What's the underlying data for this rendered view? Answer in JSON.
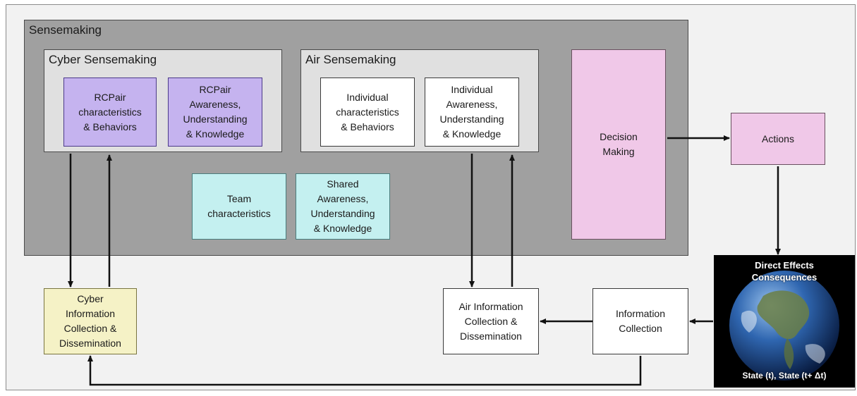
{
  "sensemaking": {
    "title": "Sensemaking"
  },
  "cyber_sensemaking": {
    "title": "Cyber Sensemaking",
    "box1": "RCPair\ncharacteristics\n& Behaviors",
    "box2": "RCPair\nAwareness,\nUnderstanding\n& Knowledge"
  },
  "air_sensemaking": {
    "title": "Air Sensemaking",
    "box1": "Individual\ncharacteristics\n& Behaviors",
    "box2": "Individual\nAwareness,\nUnderstanding\n& Knowledge"
  },
  "team": {
    "characteristics": "Team\ncharacteristics",
    "shared": "Shared\nAwareness,\nUnderstanding\n& Knowledge"
  },
  "decision_making": "Decision\nMaking",
  "actions": "Actions",
  "earth": {
    "top_label": "Direct Effects\nConsequences",
    "bottom_label": "State (t), State (t+ Δt)"
  },
  "information_collection": "Information\nCollection",
  "air_info": "Air Information\nCollection &\nDissemination",
  "cyber_info": "Cyber\nInformation\nCollection &\nDissemination",
  "colors": {
    "purple": "#c5b3ef",
    "cyan": "#c4f0f0",
    "pink": "#f0c8e8",
    "yellow": "#f5f2c6",
    "gray": "#a0a0a0"
  }
}
